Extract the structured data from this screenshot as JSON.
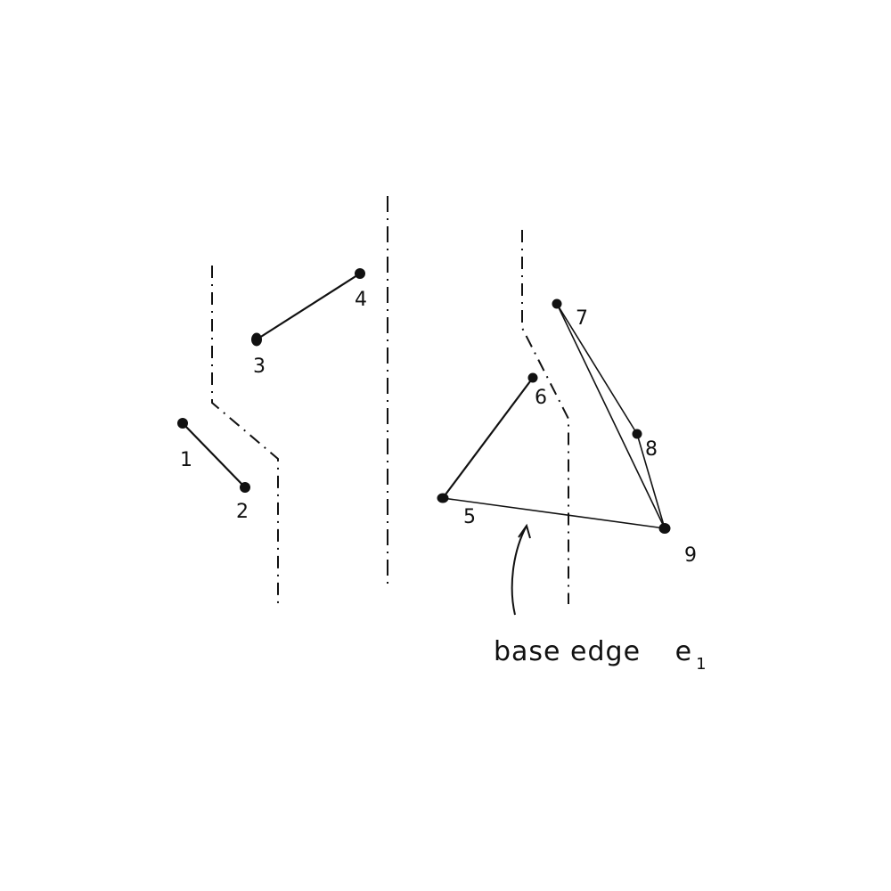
{
  "nodes": [
    {
      "id": "1",
      "label": "1"
    },
    {
      "id": "2",
      "label": "2"
    },
    {
      "id": "3",
      "label": "3"
    },
    {
      "id": "4",
      "label": "4"
    },
    {
      "id": "5",
      "label": "5"
    },
    {
      "id": "6",
      "label": "6"
    },
    {
      "id": "7",
      "label": "7"
    },
    {
      "id": "8",
      "label": "8"
    },
    {
      "id": "9",
      "label": "9"
    }
  ],
  "edges": [
    {
      "from": "1",
      "to": "2"
    },
    {
      "from": "3",
      "to": "4"
    },
    {
      "from": "5",
      "to": "6"
    },
    {
      "from": "5",
      "to": "9"
    },
    {
      "from": "7",
      "to": "8"
    },
    {
      "from": "7",
      "to": "9"
    },
    {
      "from": "8",
      "to": "9"
    }
  ],
  "annotation": {
    "text": "base edge",
    "symbol": "e",
    "subscript": "1",
    "points_to_edge": {
      "from": "5",
      "to": "9"
    }
  }
}
